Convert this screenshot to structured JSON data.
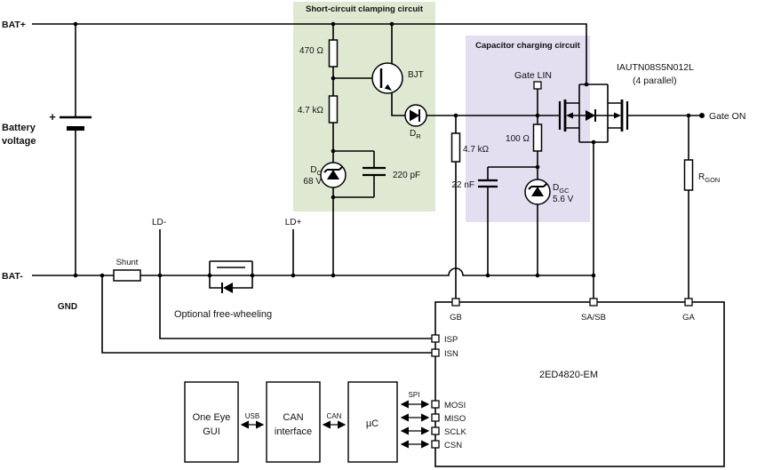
{
  "colors": {
    "wire": "#000000",
    "clamp_box_fill": "#dfe9d2",
    "clamp_title": "#4f7d1d",
    "charge_box_fill": "#e3def0",
    "charge_title": "#7030a0"
  },
  "terminals": {
    "bat_plus": "BAT+",
    "bat_minus": "BAT-",
    "gnd": "GND",
    "gate_lin": "Gate LIN",
    "gate_on": "Gate ON"
  },
  "battery": {
    "plus": "+",
    "label_line1": "Battery",
    "label_line2": "voltage"
  },
  "shunt": {
    "label": "Shunt"
  },
  "free_wheeling": {
    "label": "Optional free-wheeling",
    "ld_minus": "LD-",
    "ld_plus": "LD+"
  },
  "clamp_circuit": {
    "title": "Short-circuit clamping circuit",
    "r1": "470 Ω",
    "r2": "4.7 kΩ",
    "bjt": "BJT",
    "d_r": {
      "main": "D",
      "sub": "R"
    },
    "d_c": {
      "main": "D",
      "sub": "C"
    },
    "d_c_voltage": "68 V",
    "cap": "220 pF"
  },
  "charge_circuit": {
    "title": "Capacitor charging circuit",
    "r_series": "4.7 kΩ",
    "r_gate": "100 Ω",
    "cap": "22 nF",
    "zener": {
      "main": "D",
      "sub": "GC"
    },
    "zener_voltage": "5.6 V"
  },
  "mosfet": {
    "part": "IAUTN08S5N012L",
    "parallel": "(4 parallel)"
  },
  "gate_resistor": {
    "main": "R",
    "sub": "GON"
  },
  "driver": {
    "name": "2ED4820-EM",
    "pin_gb": "GB",
    "pin_sasb": "SA/SB",
    "pin_ga": "GA",
    "pin_isp": "ISP",
    "pin_isn": "ISN",
    "spi_label": "SPI",
    "spi_pins": [
      "MOSI",
      "MISO",
      "SCLK",
      "CSN"
    ]
  },
  "blocks": {
    "gui": {
      "line1": "One Eye",
      "line2": "GUI"
    },
    "can": {
      "line1": "CAN",
      "line2": "interface"
    },
    "mcu": "µC",
    "usb_label": "USB",
    "can_label": "CAN"
  }
}
